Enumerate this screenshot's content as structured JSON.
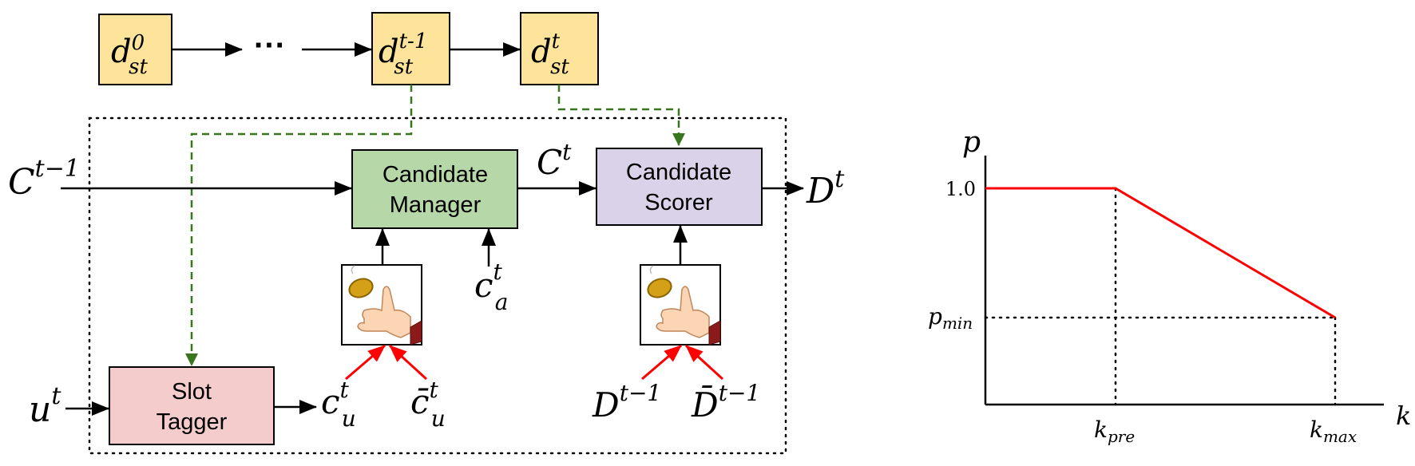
{
  "state_chain": {
    "nodes": [
      {
        "base": "d",
        "sub": "st",
        "sup": "0"
      },
      {
        "base": "d",
        "sub": "st",
        "sup": "t-1"
      },
      {
        "base": "d",
        "sub": "st",
        "sup": "t"
      }
    ],
    "ellipsis": "···"
  },
  "modules": {
    "candidate_manager": [
      "Candidate",
      "Manager"
    ],
    "candidate_scorer": [
      "Candidate",
      "Scorer"
    ],
    "slot_tagger": [
      "Slot",
      "Tagger"
    ]
  },
  "variables": {
    "c_prev": {
      "base": "C",
      "sup": "t−1"
    },
    "c_t": {
      "base": "C",
      "sup": "t"
    },
    "d_t": {
      "base": "D",
      "sup": "t"
    },
    "u_t": {
      "base": "u",
      "sup": "t"
    },
    "c_u": {
      "base": "c",
      "sup": "t",
      "sub": "u"
    },
    "c_u_bar": {
      "base": "c̄",
      "sup": "t",
      "sub": "u"
    },
    "c_a": {
      "base": "c",
      "sup": "t",
      "sub": "a"
    },
    "d_prev": {
      "base": "D",
      "sup": "t−1"
    },
    "d_prev_bar": {
      "base": "D̄",
      "sup": "t−1"
    }
  },
  "colors": {
    "state_fill": "#fde49a",
    "manager_fill": "#b6d7a8",
    "scorer_fill": "#d9d2e9",
    "tagger_fill": "#f4cccc",
    "dashed_arrow": "#38761d",
    "red": "#ff0000"
  },
  "chart_data": {
    "type": "line",
    "x_ticks": [
      {
        "base": "k",
        "sub": "pre"
      },
      {
        "base": "k",
        "sub": "max"
      }
    ],
    "y_ticks": [
      {
        "label": "1.0"
      },
      {
        "base": "p",
        "sub": "min"
      }
    ],
    "xlabel": "k",
    "ylabel": "p",
    "series": [
      {
        "points": [
          [
            "0",
            "1.0"
          ],
          [
            "k_pre",
            "1.0"
          ],
          [
            "k_max",
            "p_min"
          ]
        ]
      }
    ],
    "dotted_guides": true
  }
}
